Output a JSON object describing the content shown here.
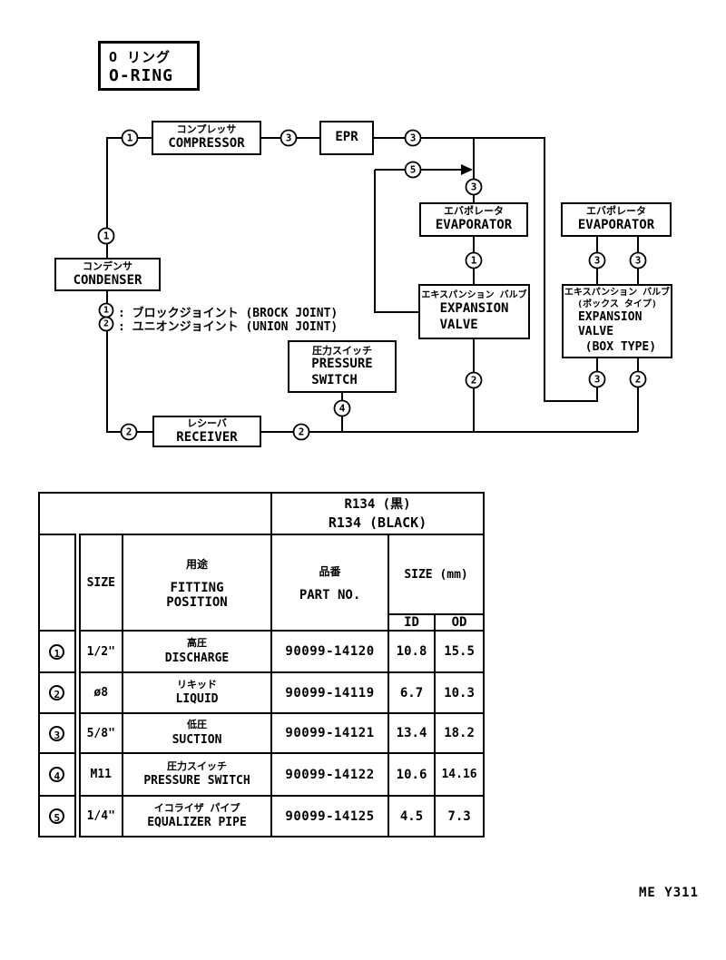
{
  "title": {
    "jp": "O リング",
    "en": "O-RING"
  },
  "diagram": {
    "nodes": {
      "compressor": {
        "jp": "コンプレッサ",
        "en": "COMPRESSOR"
      },
      "epr": {
        "en": "EPR"
      },
      "evaporator": {
        "jp": "エバポレータ",
        "en": "EVAPORATOR"
      },
      "condenser": {
        "jp": "コンデンサ",
        "en": "CONDENSER"
      },
      "expansion_valve": {
        "jp": "エキスパンション バルブ",
        "en": "EXPANSION\nVALVE"
      },
      "expansion_valve_box": {
        "jp": "エキスパンション バルブ\n(ボックス タイプ)",
        "en": "EXPANSION\nVALVE\n (BOX TYPE)"
      },
      "pressure_switch": {
        "jp": "圧力スイッチ",
        "en": "PRESSURE\nSWITCH"
      },
      "receiver": {
        "jp": "レシーバ",
        "en": "RECEIVER"
      }
    },
    "circles": [
      "1",
      "3",
      "3",
      "5",
      "3",
      "1",
      "1",
      "2",
      "1",
      "3",
      "3",
      "2",
      "3",
      "2",
      "4",
      "2",
      "2"
    ],
    "legend": [
      {
        "label": ": ブロックジョイント (BROCK JOINT)"
      },
      {
        "label": ": ユニオンジョイント (UNION JOINT)"
      }
    ]
  },
  "table": {
    "r134_jp": "R134 (黒)",
    "r134_en": "R134 (BLACK)",
    "col_size": "SIZE",
    "col_fitting_jp": "用途",
    "col_fitting_en": "FITTING\nPOSITION",
    "col_part_jp": "品番",
    "col_part_en": "PART NO.",
    "col_size_mm": "SIZE (mm)",
    "col_id": "ID",
    "col_od": "OD",
    "rows": [
      {
        "num": "1",
        "size": "1/2\"",
        "fitting_jp": "高圧",
        "fitting_en": "DISCHARGE",
        "part": "90099-14120",
        "id": "10.8",
        "od": "15.5"
      },
      {
        "num": "2",
        "size": "ø8",
        "fitting_jp": "リキッド",
        "fitting_en": "LIQUID",
        "part": "90099-14119",
        "id": "6.7",
        "od": "10.3"
      },
      {
        "num": "3",
        "size": "5/8\"",
        "fitting_jp": "低圧",
        "fitting_en": "SUCTION",
        "part": "90099-14121",
        "id": "13.4",
        "od": "18.2"
      },
      {
        "num": "4",
        "size": "M11",
        "fitting_jp": "圧力スイッチ",
        "fitting_en": "PRESSURE SWITCH",
        "part": "90099-14122",
        "id": "10.6",
        "od": "14.16"
      },
      {
        "num": "5",
        "size": "1/4\"",
        "fitting_jp": "イコライザ パイプ",
        "fitting_en": "EQUALIZER PIPE",
        "part": "90099-14125",
        "id": "4.5",
        "od": "7.3"
      }
    ]
  },
  "footer": {
    "code": "ME Y311"
  }
}
